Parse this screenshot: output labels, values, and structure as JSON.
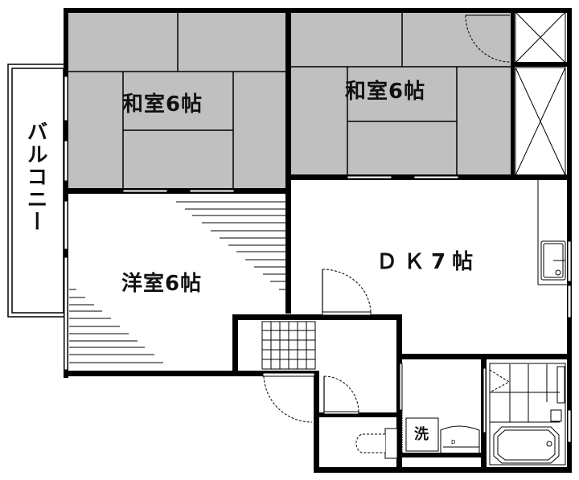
{
  "floor_plan": {
    "rooms": [
      {
        "id": "washitsu-left",
        "label": "和室6帖",
        "type": "japanese-room",
        "tatami": 6
      },
      {
        "id": "washitsu-right",
        "label": "和室6帖",
        "type": "japanese-room",
        "tatami": 6
      },
      {
        "id": "youshitsu",
        "label": "洋室6帖",
        "type": "western-room",
        "tatami": 6
      },
      {
        "id": "dk",
        "label": "ＤＫ7帖",
        "type": "dining-kitchen",
        "tatami": 7
      }
    ],
    "balcony": {
      "label": "バルコニー"
    },
    "washer": {
      "label": "洗"
    },
    "fixtures": [
      "closet",
      "closet",
      "kitchen-sink",
      "toilet",
      "wash-basin",
      "bathtub",
      "genkan-entrance"
    ],
    "colors": {
      "tatami_fill": "#c0c0c0",
      "wall": "#000000",
      "background": "#ffffff"
    }
  }
}
